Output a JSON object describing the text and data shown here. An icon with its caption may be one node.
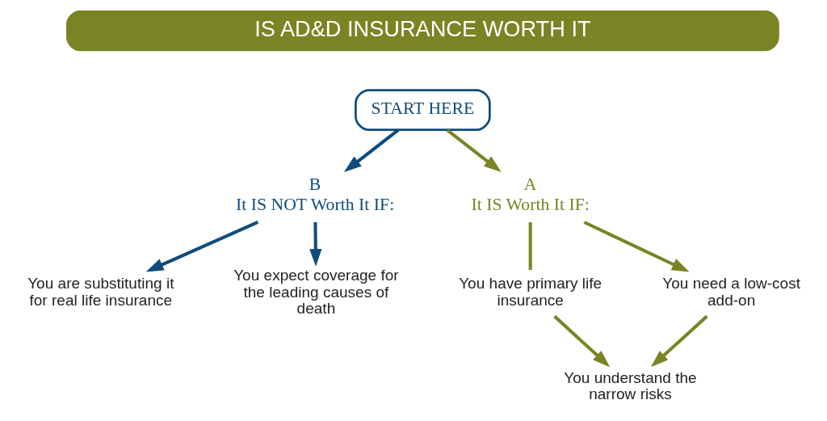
{
  "diagram": {
    "title": "IS AD&D INSURANCE WORTH IT",
    "nodes": [
      {
        "text": [
          "START HERE"
        ]
      },
      {
        "text": [
          "B",
          "It IS NOT Worth It IF:"
        ]
      },
      {
        "text": [
          "A",
          "It IS Worth It IF:"
        ]
      },
      {
        "text": [
          "You are substituting it for real life insurance"
        ]
      },
      {
        "text": [
          "You expect coverage for the leading causes of death"
        ]
      },
      {
        "text": [
          "You have primary life insurance"
        ]
      },
      {
        "text": [
          "You need a low-cost add-on"
        ]
      },
      {
        "text": [
          "You understand the narrow risks"
        ]
      }
    ],
    "edges": [
      {
        "from": 0,
        "to": 1,
        "arrow": "to",
        "color": "#0f4c7c"
      },
      {
        "from": 0,
        "to": 2,
        "arrow": "to",
        "color": "#7a8425"
      },
      {
        "from": 1,
        "to": 3,
        "arrow": "to",
        "color": "#0f4c7c"
      },
      {
        "from": 1,
        "to": 4,
        "arrow": "to",
        "color": "#0f4c7c"
      },
      {
        "from": 2,
        "to": 5,
        "arrow": "none",
        "color": "#7a8425"
      },
      {
        "from": 2,
        "to": 6,
        "arrow": "to",
        "color": "#7a8425"
      },
      {
        "from": 6,
        "to": 7,
        "arrow": "to",
        "color": "#7a8425"
      },
      {
        "from": 5,
        "to": 7,
        "arrow": "to",
        "color": "#7a8425"
      }
    ]
  }
}
